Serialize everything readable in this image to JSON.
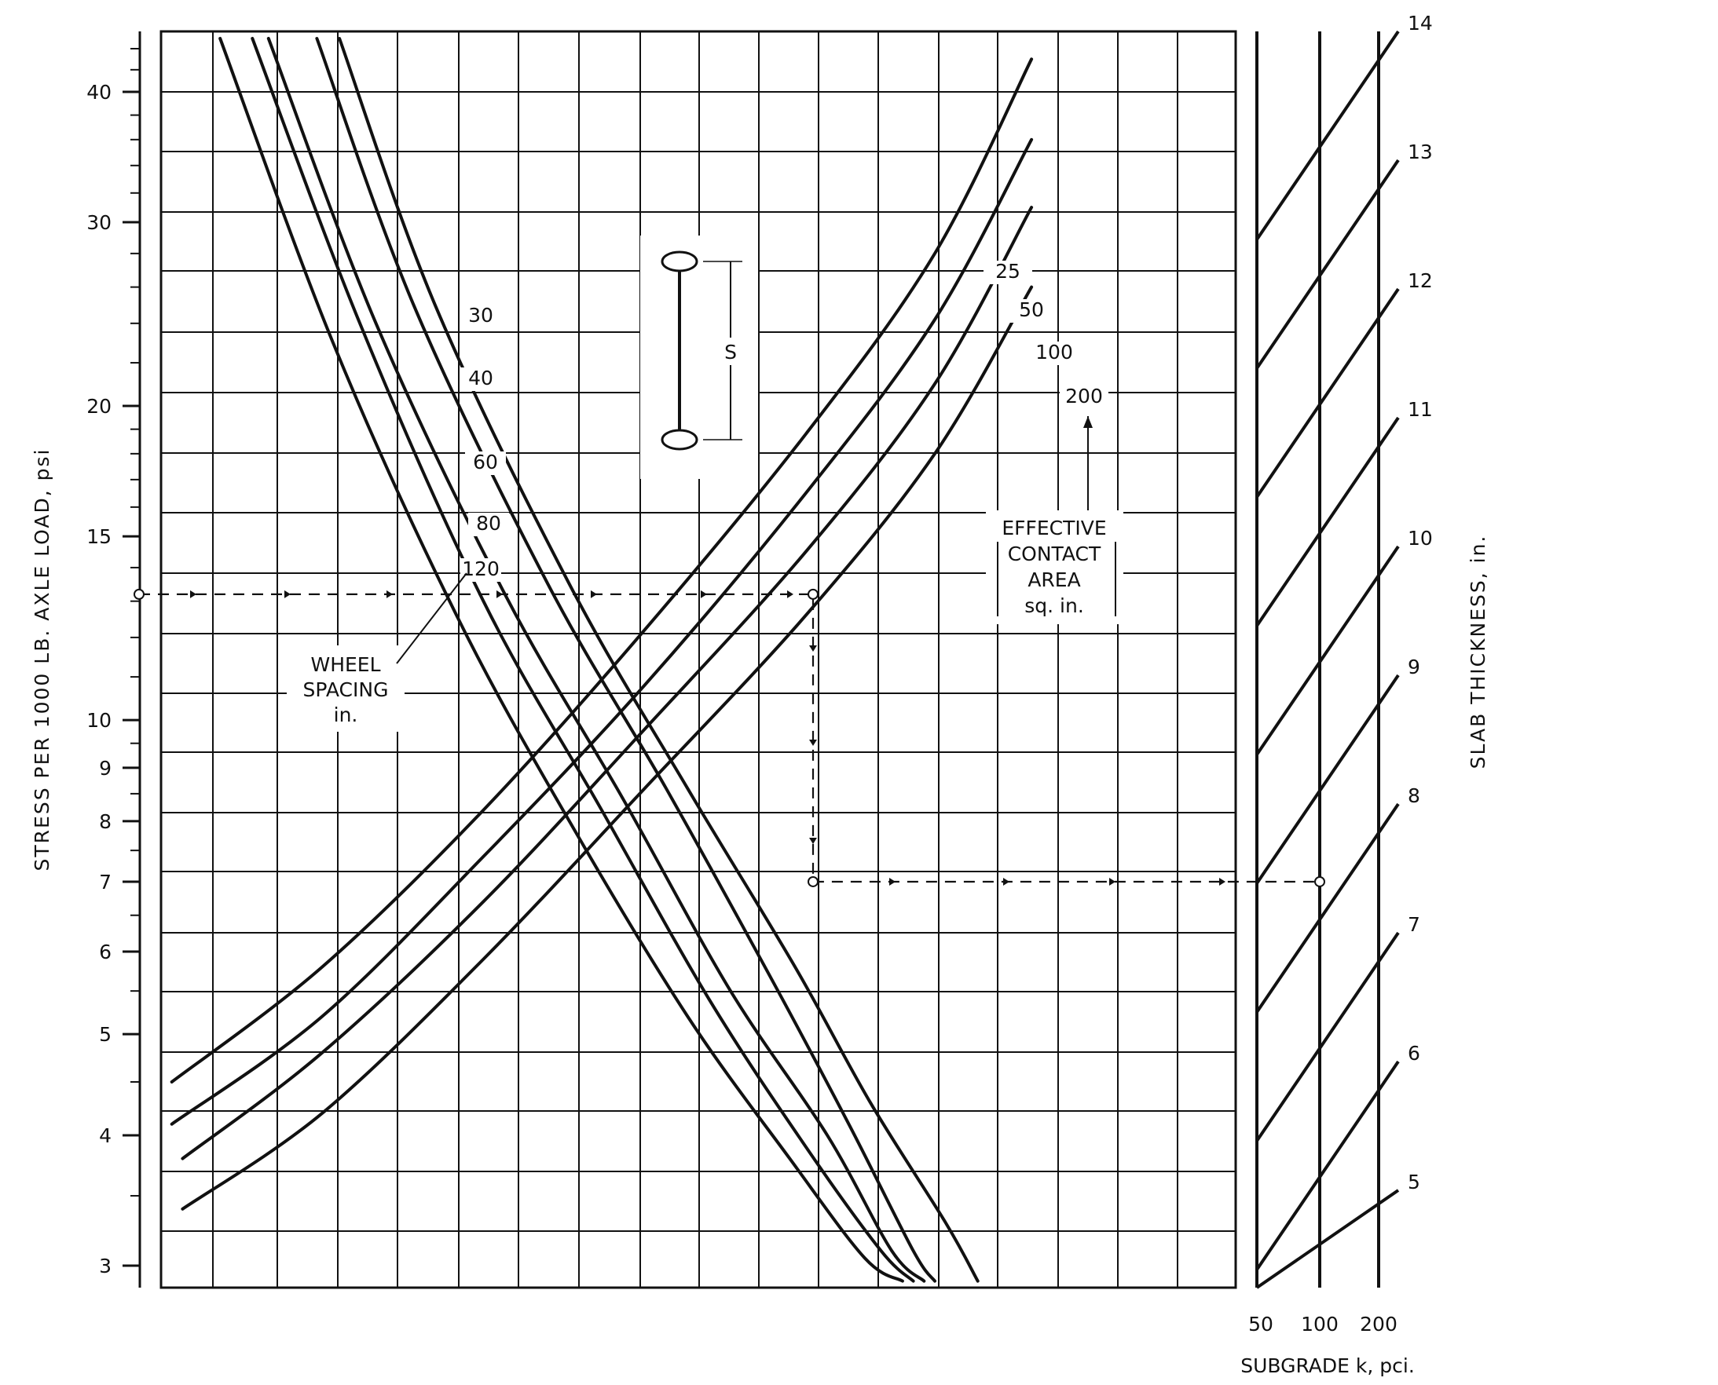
{
  "chart_data": {
    "type": "line",
    "title": "",
    "ylabel": "STRESS PER 1000 LB. AXLE LOAD, psi",
    "y_scale": "log",
    "ylim": [
      3,
      45
    ],
    "yticks": [
      "40",
      "30",
      "20",
      "15",
      "10",
      "9",
      "8",
      "7",
      "6",
      "5",
      "4",
      "3"
    ],
    "grid": true,
    "wheel_spacing": {
      "label_lines": [
        "WHEEL",
        "SPACING",
        "in."
      ],
      "series": [
        {
          "name": "30",
          "points": [
            [
              0.166,
              45
            ],
            [
              0.255,
              25
            ],
            [
              0.38,
              13.5
            ],
            [
              0.49,
              8.6
            ],
            [
              0.59,
              5.8
            ],
            [
              0.66,
              4.3
            ],
            [
              0.73,
              3.3
            ],
            [
              0.76,
              2.9
            ]
          ]
        },
        {
          "name": "40",
          "points": [
            [
              0.145,
              45
            ],
            [
              0.235,
              25
            ],
            [
              0.36,
              13.5
            ],
            [
              0.47,
              8.6
            ],
            [
              0.57,
              5.6
            ],
            [
              0.64,
              4.1
            ],
            [
              0.7,
              3.1
            ],
            [
              0.72,
              2.9
            ]
          ]
        },
        {
          "name": "60",
          "points": [
            [
              0.1,
              45
            ],
            [
              0.2,
              24
            ],
            [
              0.32,
              13.2
            ],
            [
              0.43,
              8.4
            ],
            [
              0.53,
              5.5
            ],
            [
              0.62,
              4
            ],
            [
              0.68,
              3.1
            ],
            [
              0.71,
              2.9
            ]
          ]
        },
        {
          "name": "80",
          "points": [
            [
              0.085,
              45
            ],
            [
              0.185,
              24
            ],
            [
              0.3,
              13
            ],
            [
              0.41,
              8.2
            ],
            [
              0.51,
              5.4
            ],
            [
              0.6,
              3.9
            ],
            [
              0.67,
              3.1
            ],
            [
              0.7,
              2.9
            ]
          ]
        },
        {
          "name": "120",
          "points": [
            [
              0.055,
              45
            ],
            [
              0.16,
              23
            ],
            [
              0.275,
              12.6
            ],
            [
              0.38,
              8
            ],
            [
              0.49,
              5.2
            ],
            [
              0.585,
              3.8
            ],
            [
              0.655,
              3.05
            ],
            [
              0.69,
              2.9
            ]
          ]
        }
      ]
    },
    "contact_area": {
      "label_lines": [
        "EFFECTIVE",
        "CONTACT",
        "AREA",
        "sq. in."
      ],
      "series": [
        {
          "name": "25",
          "points": [
            [
              0.01,
              4.5
            ],
            [
              0.15,
              5.8
            ],
            [
              0.3,
              8.2
            ],
            [
              0.45,
              12.2
            ],
            [
              0.6,
              18.8
            ],
            [
              0.72,
              28
            ],
            [
              0.81,
              43
            ]
          ]
        },
        {
          "name": "50",
          "points": [
            [
              0.01,
              4.1
            ],
            [
              0.15,
              5.2
            ],
            [
              0.3,
              7.4
            ],
            [
              0.45,
              10.8
            ],
            [
              0.6,
              16.5
            ],
            [
              0.72,
              24.2
            ],
            [
              0.81,
              36
            ]
          ]
        },
        {
          "name": "100",
          "points": [
            [
              0.02,
              3.8
            ],
            [
              0.15,
              4.8
            ],
            [
              0.3,
              6.7
            ],
            [
              0.45,
              9.8
            ],
            [
              0.6,
              14.5
            ],
            [
              0.72,
              21
            ],
            [
              0.81,
              31
            ]
          ]
        },
        {
          "name": "200",
          "points": [
            [
              0.02,
              3.4
            ],
            [
              0.15,
              4.2
            ],
            [
              0.3,
              5.9
            ],
            [
              0.45,
              8.6
            ],
            [
              0.6,
              12.6
            ],
            [
              0.72,
              18
            ],
            [
              0.81,
              26
            ]
          ]
        }
      ]
    },
    "slab": {
      "ylabel": "SLAB THICKNESS, in.",
      "xlabel": "SUBGRADE k, pci.",
      "k_labels": [
        "50",
        "100",
        "200"
      ],
      "thickness_labels": [
        "14",
        "13",
        "12",
        "11",
        "10",
        "9",
        "8",
        "7",
        "6",
        "5"
      ]
    },
    "wheel_diagram": {
      "label": "S"
    },
    "example_path": {
      "start_stress": 13.2,
      "end_stress": 7.0,
      "k": "100"
    }
  }
}
